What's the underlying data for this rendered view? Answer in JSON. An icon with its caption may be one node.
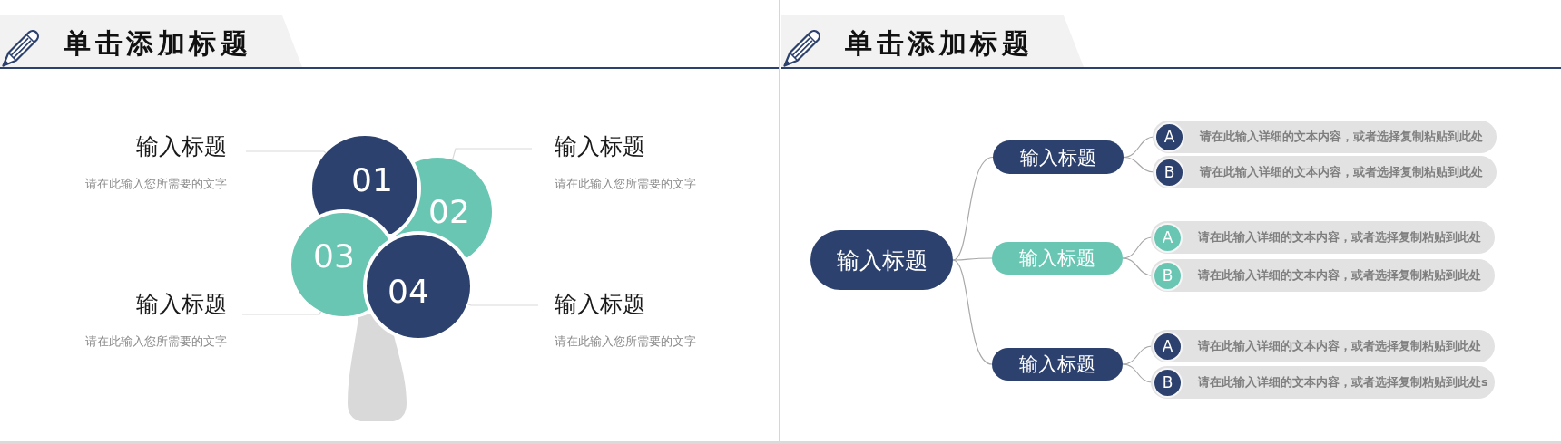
{
  "diagram": {
    "title": "单击添加标题",
    "nodes": [
      {
        "text": [
          "输入标题",
          "请在此输入您所需要的文字"
        ]
      },
      {
        "text": [
          "01"
        ]
      },
      {
        "text": [
          "02"
        ]
      },
      {
        "text": [
          "输入标题",
          "请在此输入您所需要的文字"
        ]
      },
      {
        "text": [
          "输入标题",
          "请在此输入您所需要的文字"
        ]
      },
      {
        "text": [
          "03"
        ]
      },
      {
        "text": [
          "04"
        ]
      },
      {
        "text": [
          "输入标题",
          "请在此输入您所需要的文字"
        ]
      },
      {
        "text": [],
        "shape": "picture"
      },
      {
        "text": [
          "输入标题"
        ]
      },
      {
        "text": [
          "输入标题"
        ]
      },
      {
        "text": [
          "请在此输入详细的文本内容，或者选择复制粘贴到此处"
        ]
      },
      {
        "text": [
          "A"
        ],
        "in": 11
      },
      {
        "text": [
          "请在此输入详细的文本内容，或者选择复制粘贴到此处"
        ]
      },
      {
        "text": [
          "B"
        ],
        "in": 13
      },
      {
        "text": [
          "输入标题"
        ]
      },
      {
        "text": [
          "请在此输入详细的文本内容，或者选择复制粘贴到此处"
        ]
      },
      {
        "text": [
          "A"
        ],
        "in": 16
      },
      {
        "text": [
          "请在此输入详细的文本内容，或者选择复制粘贴到此处"
        ]
      },
      {
        "text": [
          "B"
        ],
        "in": 18
      },
      {
        "text": [
          "输入标题"
        ]
      },
      {
        "text": [
          "请在此输入详细的文本内容，或者选择复制粘贴到此处"
        ]
      },
      {
        "text": [
          "A"
        ],
        "in": 21
      },
      {
        "text": [
          "请在此输入详细的文本内容，或者选择复制粘贴到此处s"
        ]
      },
      {
        "text": [
          "B"
        ],
        "in": 23
      }
    ],
    "edges": [
      {
        "from": 0,
        "to": 1,
        "arrow": "none"
      },
      {
        "from": 3,
        "to": 2,
        "arrow": "none"
      },
      {
        "from": 4,
        "to": 5,
        "arrow": "none"
      },
      {
        "from": 7,
        "to": 6,
        "arrow": "none"
      },
      {
        "from": 9,
        "to": 10,
        "arrow": "none"
      },
      {
        "from": 10,
        "to": 12,
        "arrow": "none"
      },
      {
        "from": 10,
        "to": 14,
        "arrow": "none"
      },
      {
        "from": 9,
        "to": 15,
        "arrow": "none"
      },
      {
        "from": 15,
        "to": 17,
        "arrow": "none"
      },
      {
        "from": 15,
        "to": 19,
        "arrow": "none"
      },
      {
        "from": 9,
        "to": 20,
        "arrow": "none"
      },
      {
        "from": 20,
        "to": 22,
        "arrow": "none"
      },
      {
        "from": 20,
        "to": 24,
        "arrow": "none"
      }
    ],
    "labels": [
      "单击添加标题"
    ]
  }
}
